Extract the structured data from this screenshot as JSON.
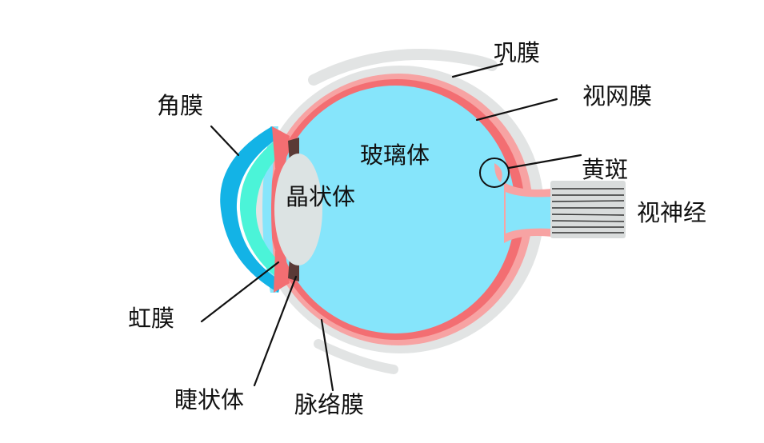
{
  "labels": {
    "sclera": "巩膜",
    "retina": "视网膜",
    "cornea": "角膜",
    "vitreous": "玻璃体",
    "macula": "黄斑",
    "lens": "晶状体",
    "optic_nerve": "视神经",
    "iris": "虹膜",
    "ciliary_body": "睫状体",
    "choroid": "脉络膜"
  },
  "colors": {
    "sclera": "#e2e4e4",
    "choroid": "#f7a3a3",
    "retina": "#f36e72",
    "vitreous": "#86e5fb",
    "cornea_outer": "#13b3e6",
    "cornea_inner": "#4bf4d8",
    "lens": "#dce3e3",
    "ciliary": "#5a3a36",
    "nerve": "#d9dcdc",
    "line": "#111111"
  }
}
